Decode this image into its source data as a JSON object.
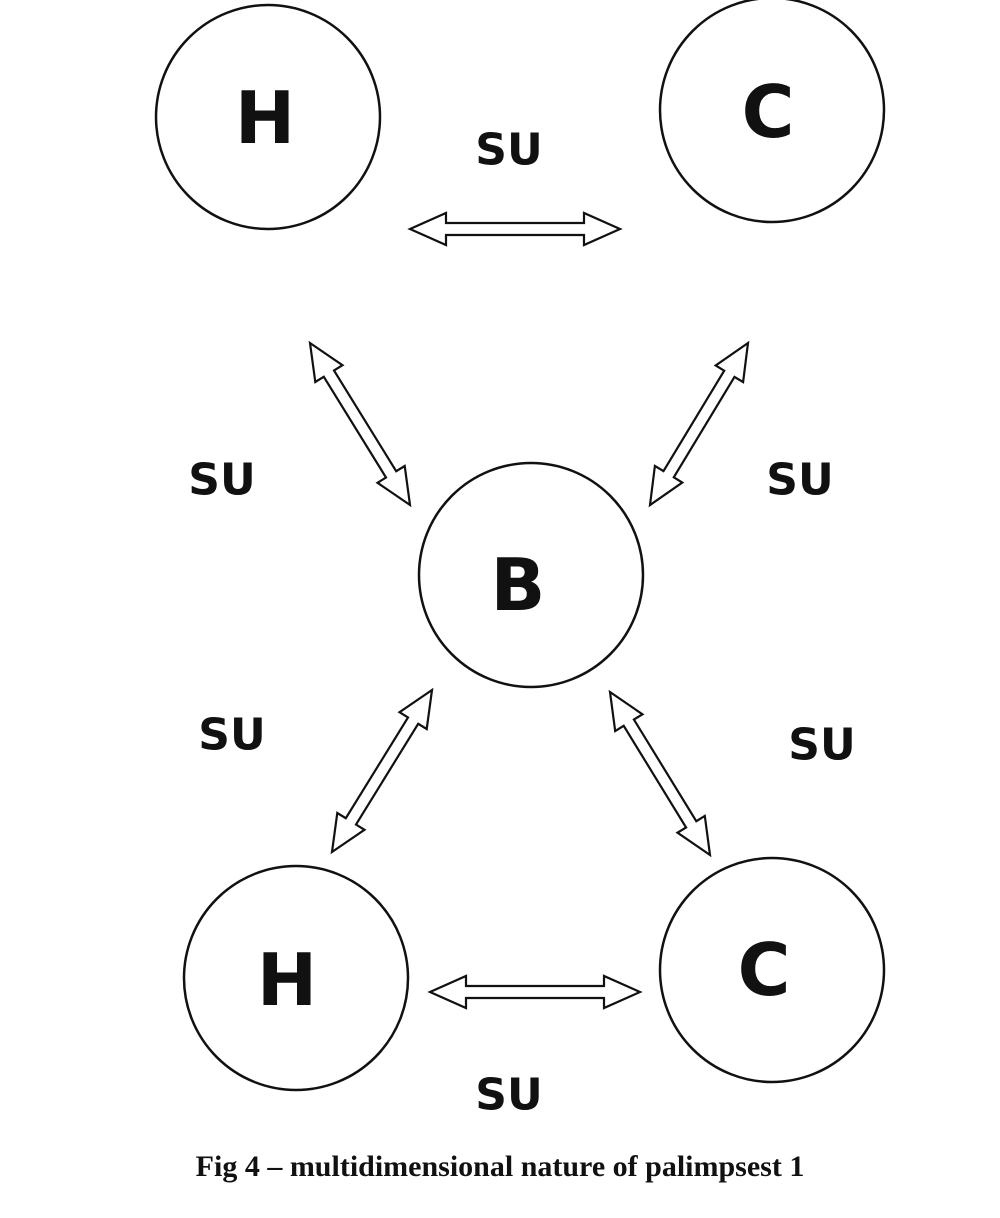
{
  "nodes": [
    {
      "id": "h-top",
      "label": "H"
    },
    {
      "id": "c-top",
      "label": "C"
    },
    {
      "id": "b-center",
      "label": "B"
    },
    {
      "id": "h-bottom",
      "label": "H"
    },
    {
      "id": "c-bottom",
      "label": "C"
    }
  ],
  "edges": [
    {
      "id": "h-top-c-top",
      "from": "h-top",
      "to": "c-top",
      "label": "SU"
    },
    {
      "id": "h-top-b",
      "from": "h-top",
      "to": "b-center",
      "label": "SU"
    },
    {
      "id": "c-top-b",
      "from": "c-top",
      "to": "b-center",
      "label": "SU"
    },
    {
      "id": "b-h-bottom",
      "from": "b-center",
      "to": "h-bottom",
      "label": "SU"
    },
    {
      "id": "b-c-bottom",
      "from": "b-center",
      "to": "c-bottom",
      "label": "SU"
    },
    {
      "id": "h-bottom-c-bottom",
      "from": "h-bottom",
      "to": "c-bottom",
      "label": "SU"
    }
  ],
  "caption": "Fig 4 – multidimensional nature of palimpsest 1"
}
